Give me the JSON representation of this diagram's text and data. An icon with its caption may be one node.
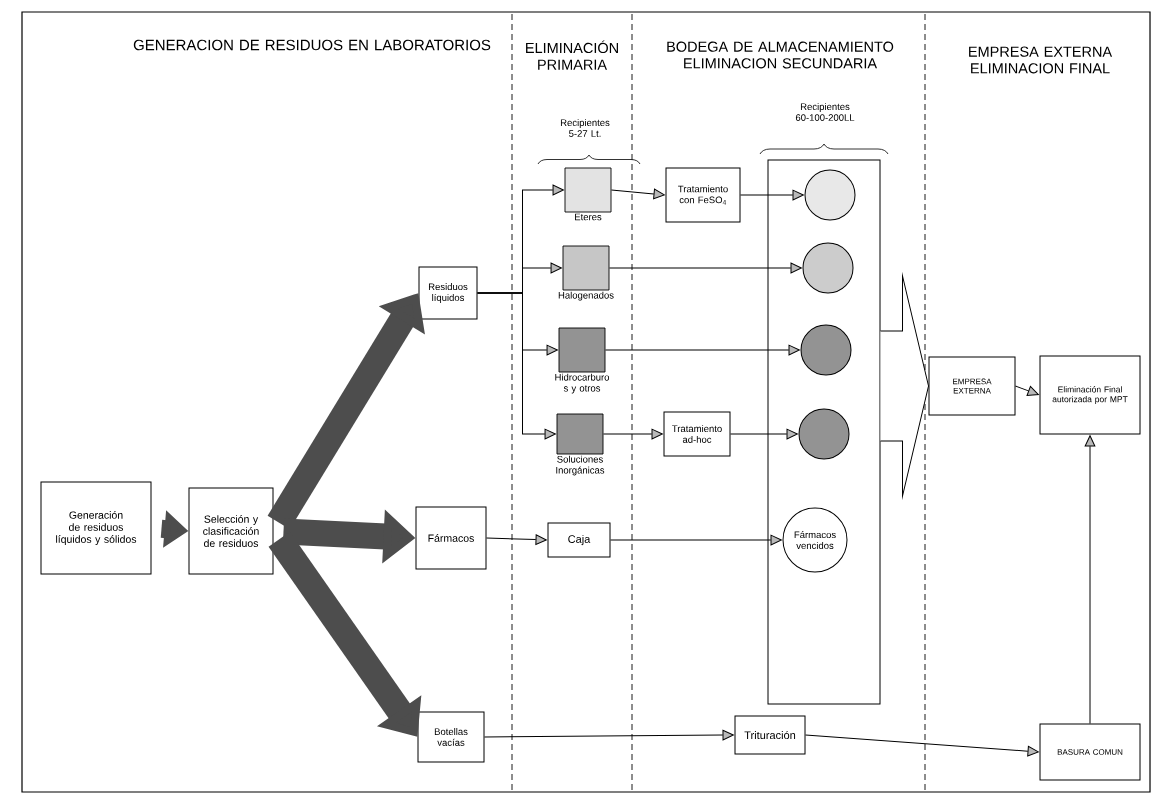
{
  "diagram": {
    "nodes": [
      {
        "text": [
          "Generación de residuos líquidos y sólidos"
        ]
      },
      {
        "text": [
          "Selección y clasificación de residuos"
        ]
      },
      {
        "text": [
          "Residuos líquidos"
        ]
      },
      {
        "text": [
          "Fármacos"
        ]
      },
      {
        "text": [
          "Botellas vacías"
        ]
      },
      {
        "text": [
          "Eteres"
        ]
      },
      {
        "text": [
          "Halogenados"
        ]
      },
      {
        "text": [
          "Hidrocarburo s y otros"
        ]
      },
      {
        "text": [
          "Soluciones Inorgánicas"
        ]
      },
      {
        "text": [
          "Caja"
        ]
      },
      {
        "text": [
          "Tratamiento con FeSO$_{4}$"
        ]
      },
      {
        "text": [
          "Tratamiento ad-hoc"
        ]
      },
      {
        "text": [],
        "shape": "box"
      },
      {
        "text": [],
        "shape": "circle",
        "in": 12
      },
      {
        "text": [],
        "shape": "circle",
        "in": 12
      },
      {
        "text": [],
        "shape": "circle",
        "in": 12
      },
      {
        "text": [],
        "shape": "circle",
        "in": 12
      },
      {
        "text": [
          "Fármacos vencidos"
        ],
        "in": 12
      },
      {
        "text": [
          "EMPRESA EXTERNA"
        ]
      },
      {
        "text": [
          "Eliminación Final autorizada por MPT"
        ]
      },
      {
        "text": [
          "BASURA COMUN"
        ]
      },
      {
        "text": [
          "Trituración"
        ]
      }
    ],
    "edges": [
      {
        "from": 0,
        "to": 1,
        "arrow": "to",
        "style": "thick",
        "color": "#4d4d4d"
      },
      {
        "from": 1,
        "to": 2,
        "arrow": "to",
        "style": "thick",
        "color": "#4d4d4d"
      },
      {
        "from": 1,
        "to": 3,
        "arrow": "to",
        "style": "thick",
        "color": "#4d4d4d"
      },
      {
        "from": 1,
        "to": 4,
        "arrow": "to",
        "style": "thick",
        "color": "#4d4d4d"
      },
      {
        "from": 2,
        "to": 5,
        "arrow": "to"
      },
      {
        "from": 2,
        "to": 6,
        "arrow": "to"
      },
      {
        "from": 2,
        "to": 7,
        "arrow": "to"
      },
      {
        "from": 2,
        "to": 8,
        "arrow": "to"
      },
      {
        "from": 5,
        "to": 10,
        "arrow": "to"
      },
      {
        "from": 10,
        "to": 13,
        "arrow": "to"
      },
      {
        "from": 6,
        "to": 14,
        "arrow": "to"
      },
      {
        "from": 7,
        "to": 15,
        "arrow": "to"
      },
      {
        "from": 8,
        "to": 11,
        "arrow": "to"
      },
      {
        "from": 11,
        "to": 16,
        "arrow": "to"
      },
      {
        "from": 3,
        "to": 9,
        "arrow": "to"
      },
      {
        "from": 9,
        "to": 17,
        "arrow": "to"
      },
      {
        "from": 4,
        "to": 21,
        "arrow": "to"
      },
      {
        "from": 21,
        "to": 20,
        "arrow": "to"
      },
      {
        "from": 20,
        "to": 19,
        "arrow": "to"
      },
      {
        "from": 18,
        "to": 19,
        "arrow": "to"
      },
      {
        "from": 12,
        "to": 18,
        "arrow": "to",
        "style": "thick"
      }
    ],
    "labels": [
      "GENERACION DE RESIDUOS EN LABORATORIOS",
      "ELIMINACIÓN PRIMARIA",
      "BODEGA DE ALMACENAMIENTO ELIMINACION SECUNDARIA",
      "EMPRESA EXTERNA ELIMINACION FINAL",
      "Recipientes 5-27 Lt.",
      "Recipientes 60-100-200LL"
    ]
  }
}
